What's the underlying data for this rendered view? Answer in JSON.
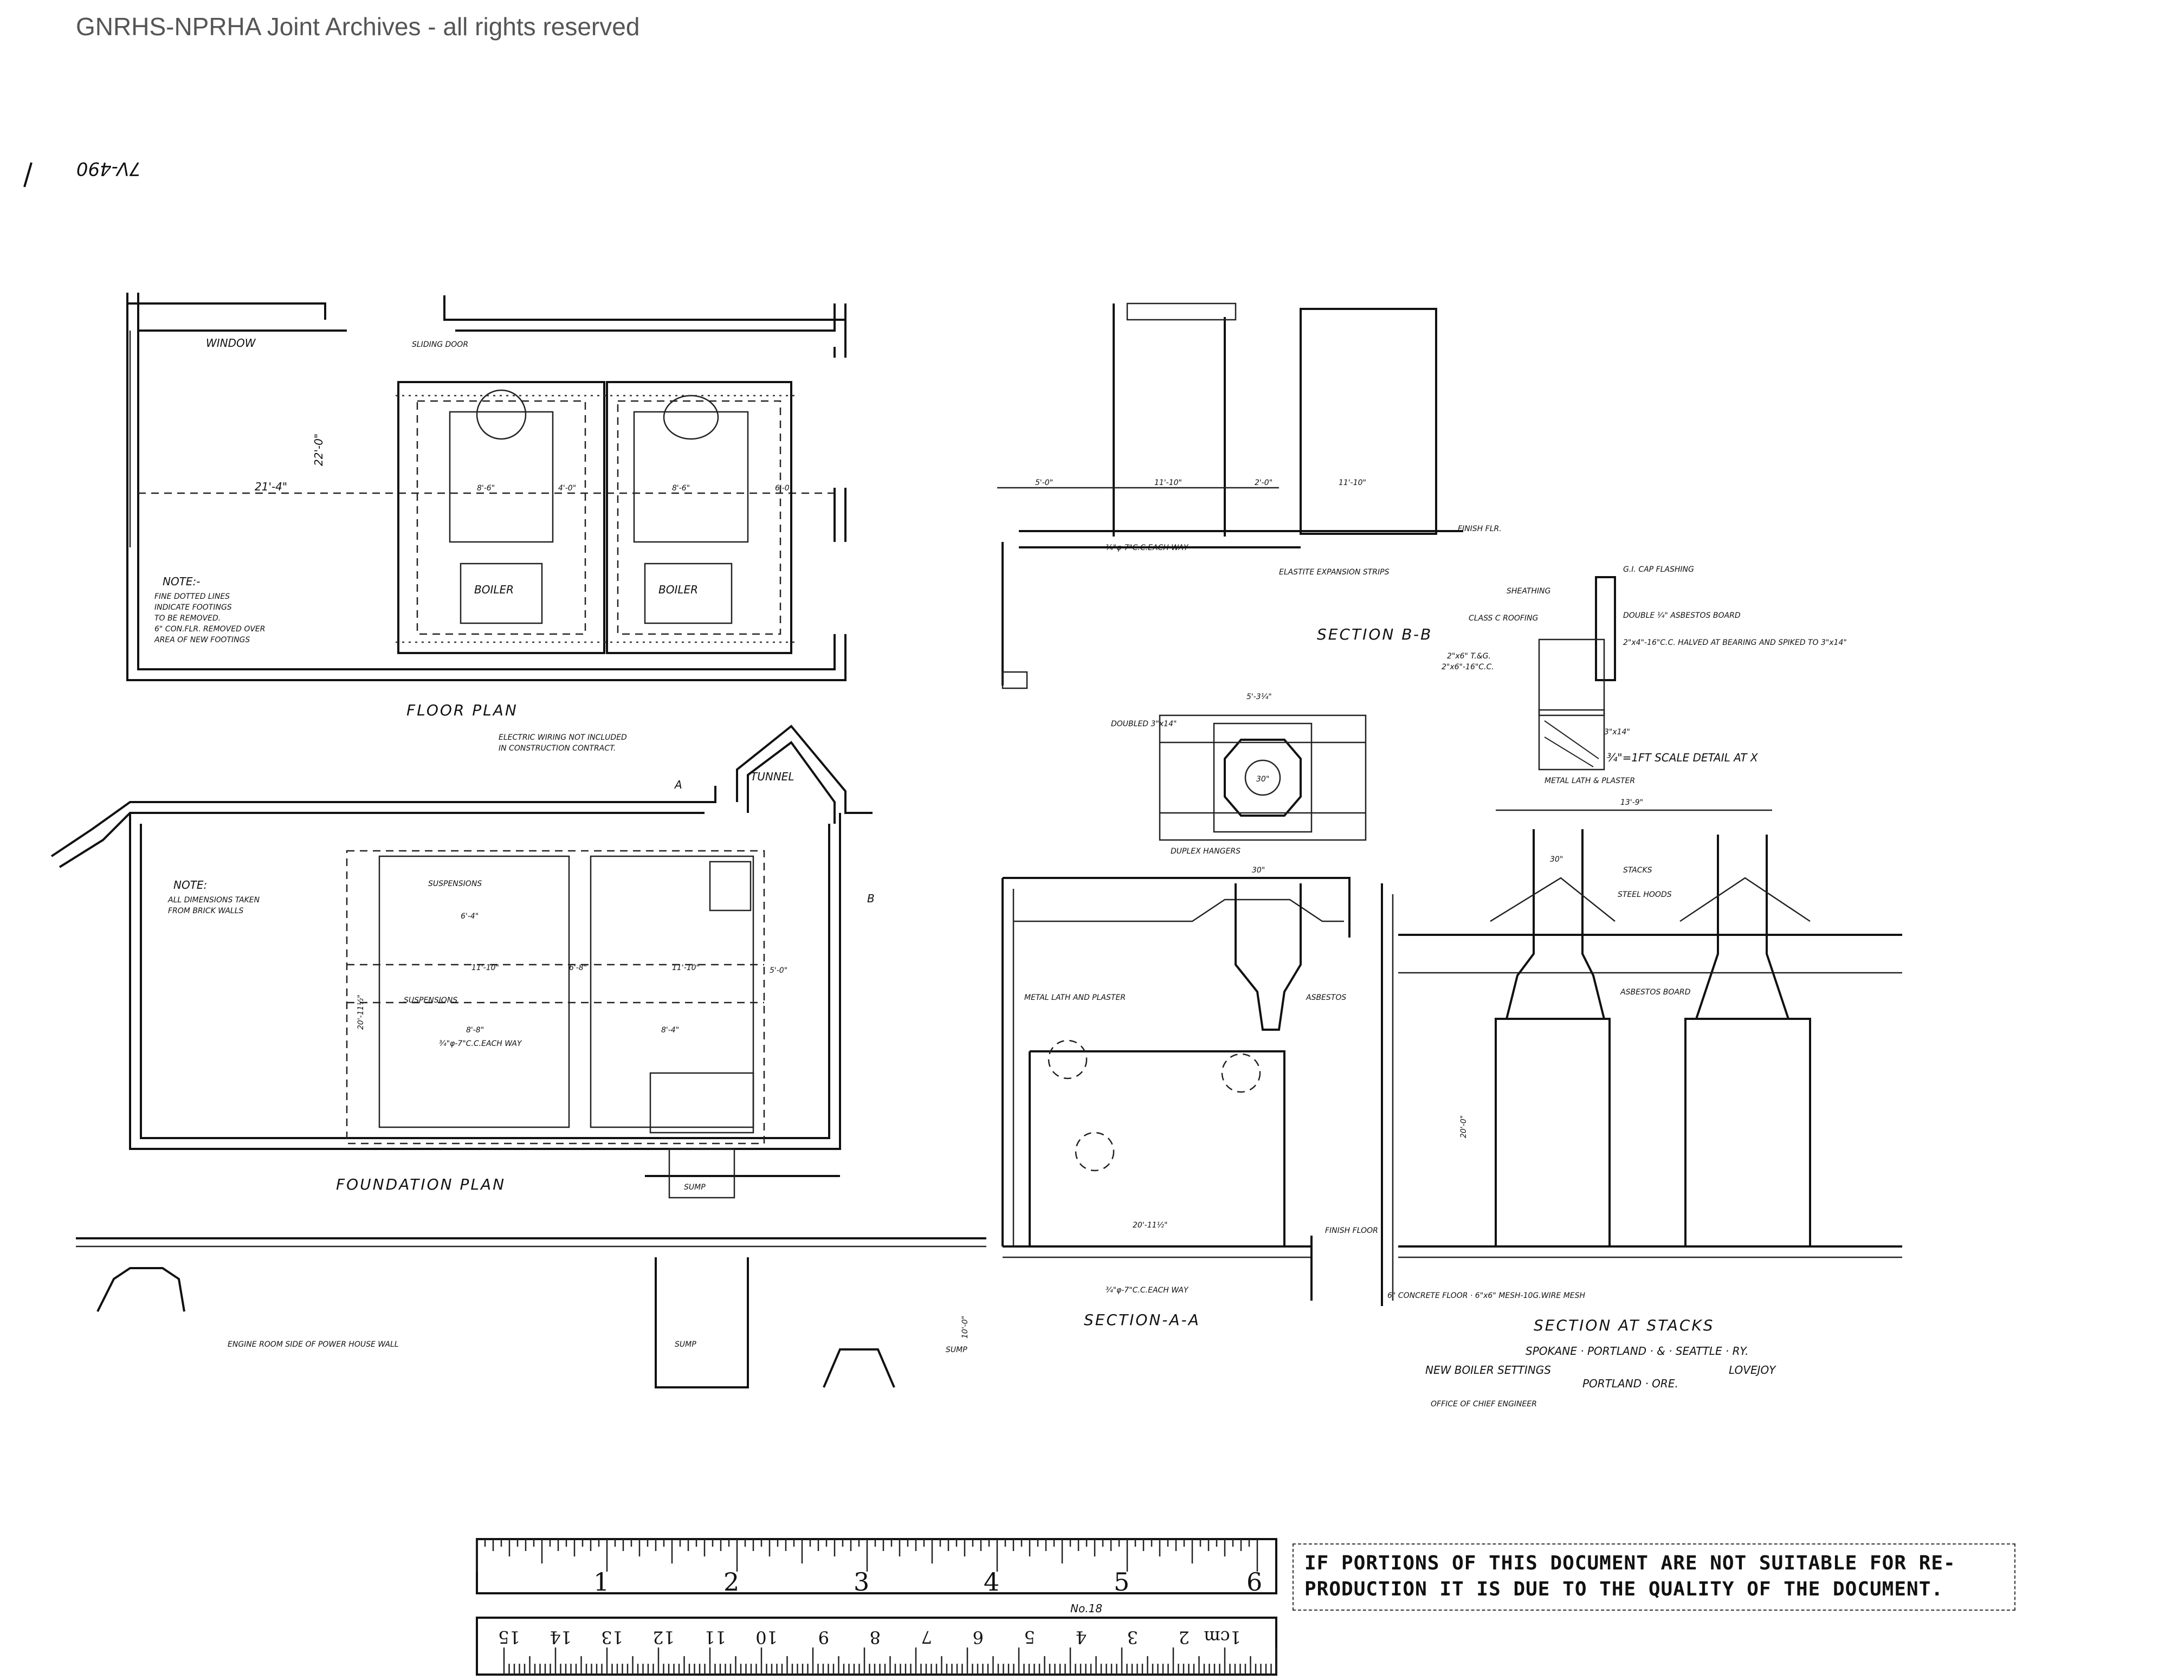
{
  "header": {
    "archive_credit": "GNRHS-NPRHA Joint Archives - all rights reserved"
  },
  "drawing_number": "7V-490",
  "floor_plan": {
    "title": "FLOOR  PLAN",
    "window_label": "WINDOW",
    "door_label": "SLIDING DOOR",
    "boiler_left": "BOILER",
    "boiler_right": "BOILER",
    "dim_width": "21'-4\"",
    "dim_depth": "22'-0\"",
    "dim_boiler_left": "8'-6\"",
    "dim_boiler_right": "8'-6\"",
    "dim_gap": "4'-0\"",
    "dim_side": "6'-0\"",
    "note_title": "NOTE:-",
    "note_text": [
      "FINE DOTTED LINES",
      "INDICATE FOOTINGS",
      "TO BE REMOVED.",
      "6\" CON.FLR. REMOVED OVER",
      "AREA OF NEW FOOTINGS"
    ],
    "electric_note": [
      "ELECTRIC WIRING NOT INCLUDED",
      "IN CONSTRUCTION CONTRACT."
    ]
  },
  "foundation_plan": {
    "title": "FOUNDATION  PLAN",
    "tunnel_label": "TUNNEL",
    "sump_label": "SUMP",
    "note_title": "NOTE:",
    "note_text": [
      "ALL DIMENSIONS TAKEN",
      "FROM BRICK WALLS"
    ],
    "dims": [
      "6'-4\"",
      "11'-10\"",
      "6'-8\"",
      "11'-10\"",
      "5'-0\"",
      "8'-8\"",
      "8'-4\"",
      "20'-11½\""
    ],
    "suspensions_label": "SUSPENSIONS",
    "rebar_label": "¾\"φ-7\"C.C.EACH WAY",
    "section_marker_a": "A",
    "section_marker_b": "B"
  },
  "engine_room_label": "ENGINE ROOM SIDE OF POWER HOUSE WALL",
  "sump_label_lower": "SUMP",
  "section_bb": {
    "title": "SECTION  B-B",
    "dims": [
      "5'-0\"",
      "11'-10\"",
      "2'-0\"",
      "11'-10\""
    ],
    "finish_floor": "FINISH FLR.",
    "rebar": "¾\"φ-7\"C.C.EACH WAY",
    "expansion": "ELASTITE EXPANSION STRIPS"
  },
  "detail_x": {
    "title": "¾\"=1FT SCALE DETAIL AT X",
    "callouts": [
      "G.I. CAP FLASHING",
      "SHEATHING",
      "CLASS C ROOFING",
      "DOUBLE ¼\" ASBESTOS BOARD",
      "2\"x6\" T.&G.",
      "2\"x6\"-16\"C.C.",
      "2\"x4\"-16\"C.C. HALVED AT BEARING AND SPIKED TO 3\"x14\"",
      "3\"x14\"",
      "METAL LATH & PLASTER"
    ]
  },
  "hanger_detail": {
    "doubled": "DOUBLED 3\"x14\"",
    "duplex": "DUPLEX HANGERS",
    "dim_top": "5'-3¼\"",
    "dim_center": "30\""
  },
  "section_aa": {
    "title": "SECTION-A-A",
    "dims": [
      "30\"",
      "20'-11½\"",
      "10'-0\""
    ],
    "finish_floor": "FINISH FLOOR",
    "rebar": "¾\"φ-7\"C.C.EACH WAY",
    "asbestos": "ASBESTOS",
    "metal_lath": "METAL LATH AND PLASTER",
    "sump": "SUMP"
  },
  "section_stacks": {
    "title": "SECTION AT STACKS",
    "dims": [
      "13'-9\"",
      "30\"",
      "20'-0\""
    ],
    "stacks": "STACKS",
    "hoods": "STEEL HOODS",
    "asbestos_board": "ASBESTOS BOARD",
    "concrete": "6\" CONCRETE FLOOR · 6\"x6\" MESH-10G.WIRE MESH"
  },
  "title_block": {
    "railway": "SPOKANE · PORTLAND · & · SEATTLE · RY.",
    "project": "NEW BOILER SETTINGS",
    "location": "LOVEJOY",
    "city": "PORTLAND · ORE.",
    "office": "OFFICE OF CHIEF ENGINEER"
  },
  "ruler": {
    "inch_labels": [
      "1",
      "2",
      "3",
      "4",
      "5",
      "6"
    ],
    "cm_labels": [
      "1cm",
      "2",
      "3",
      "4",
      "5",
      "6",
      "7",
      "8",
      "9",
      "10",
      "11",
      "12",
      "13",
      "14",
      "15"
    ],
    "model_label": "No.18"
  },
  "notice": {
    "line1": "IF PORTIONS OF THIS DOCUMENT ARE NOT SUITABLE FOR RE-",
    "line2": "PRODUCTION IT IS DUE TO THE QUALITY OF THE DOCUMENT."
  }
}
